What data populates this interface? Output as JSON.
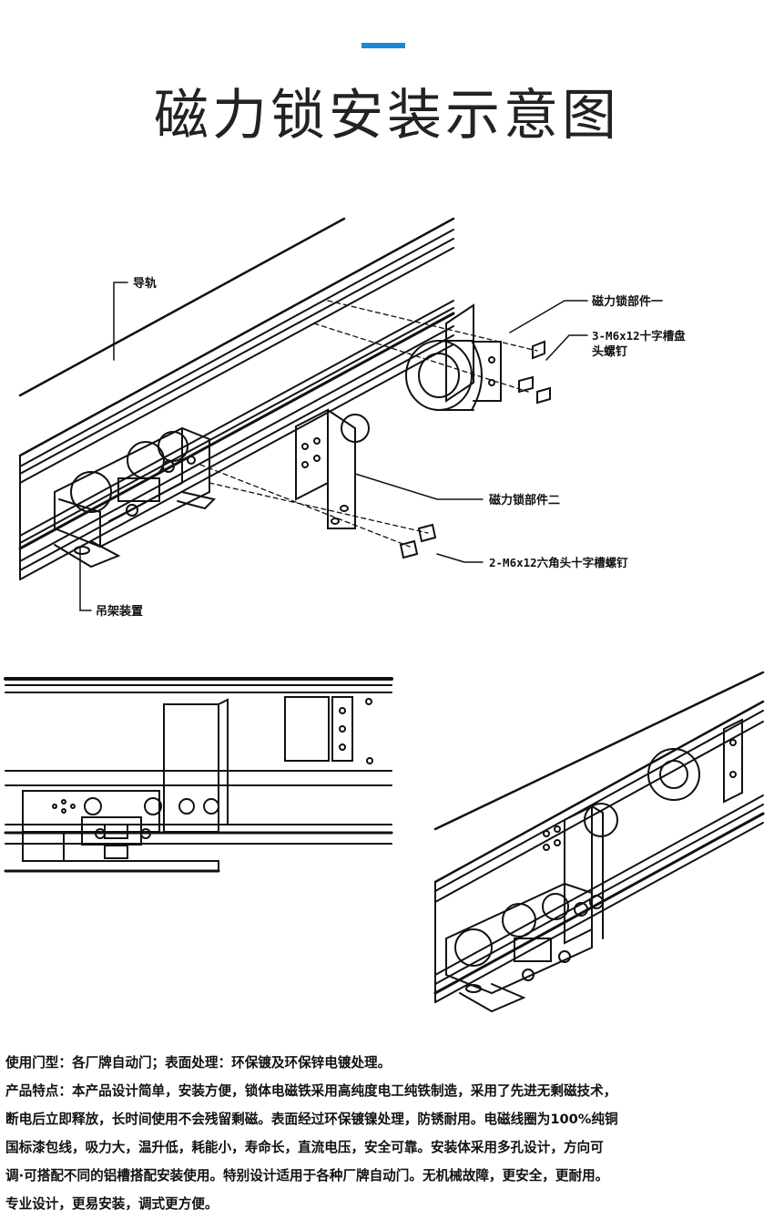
{
  "header": {
    "title": "磁力锁安装示意图",
    "accent_color": "#1e88d6"
  },
  "figure_top": {
    "labels": {
      "rail": "导轨",
      "hanger": "吊架装置",
      "part1": "磁力锁部件一",
      "screw3_line1": "3-M6x12十字槽盘",
      "screw3_line2": "头螺钉",
      "part2": "磁力锁部件二",
      "screw2": "2-M6x12六角头十字槽螺钉"
    }
  },
  "description": {
    "lines": [
      "使用门型：各厂牌自动门；表面处理：环保镀及环保锌电镀处理。",
      "产品特点：本产品设计简单，安装方便，锁体电磁铁采用高纯度电工纯铁制造，采用了先进无剩磁技术，",
      "断电后立即释放，长时间使用不会残留剩磁。表面经过环保镀镍处理，防锈耐用。电磁线圈为100%纯铜",
      "国标漆包线，吸力大，温升低，耗能小，寿命长，直流电压，安全可靠。安装体采用多孔设计，方向可",
      "调·可搭配不同的铝槽搭配安装使用。特别设计适用于各种厂牌自动门。无机械故障，更安全，更耐用。",
      "专业设计，更易安装，调式更方便。"
    ]
  }
}
